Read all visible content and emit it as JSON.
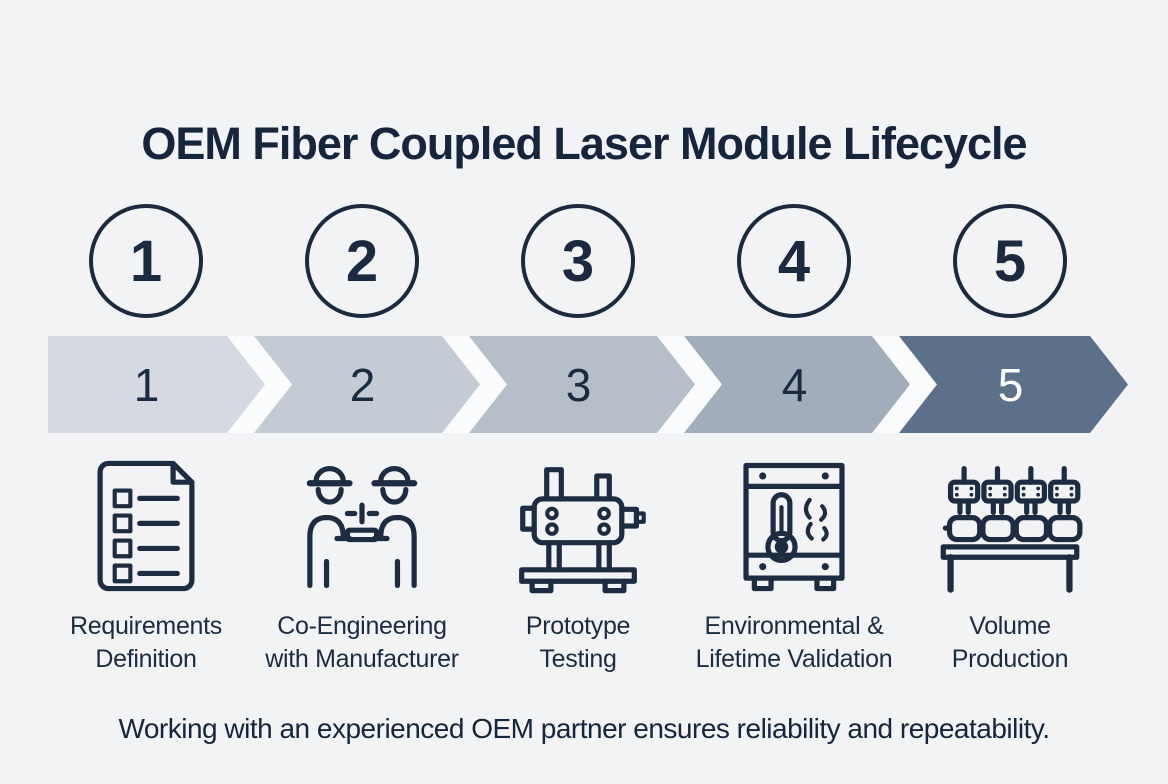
{
  "title": "OEM Fiber Coupled Laser Module Lifecycle",
  "footer": "Working with an experienced OEM partner ensures reliability and repeatability.",
  "colors": {
    "background": "#f2f3f5",
    "ink": "#1b2a3e",
    "band_gap": "#fbfcfd",
    "step5_band_number": "#ffffff"
  },
  "steps": [
    {
      "number": "1",
      "label_line1": "Requirements",
      "label_line2": "Definition",
      "icon": "checklist-document-icon",
      "segment_color": "#d5d9e1"
    },
    {
      "number": "2",
      "label_line1": "Co-Engineering",
      "label_line2": "with Manufacturer",
      "icon": "engineers-collaboration-icon",
      "segment_color": "#c5cbd5"
    },
    {
      "number": "3",
      "label_line1": "Prototype",
      "label_line2": "Testing",
      "icon": "laser-module-test-fixture-icon",
      "segment_color": "#b6bec9"
    },
    {
      "number": "4",
      "label_line1": "Environmental &",
      "label_line2": "Lifetime Validation",
      "icon": "environmental-chamber-icon",
      "segment_color": "#a2adbc"
    },
    {
      "number": "5",
      "label_line1": "Volume",
      "label_line2": "Production",
      "icon": "production-line-icon",
      "segment_color": "#5d7089"
    }
  ]
}
